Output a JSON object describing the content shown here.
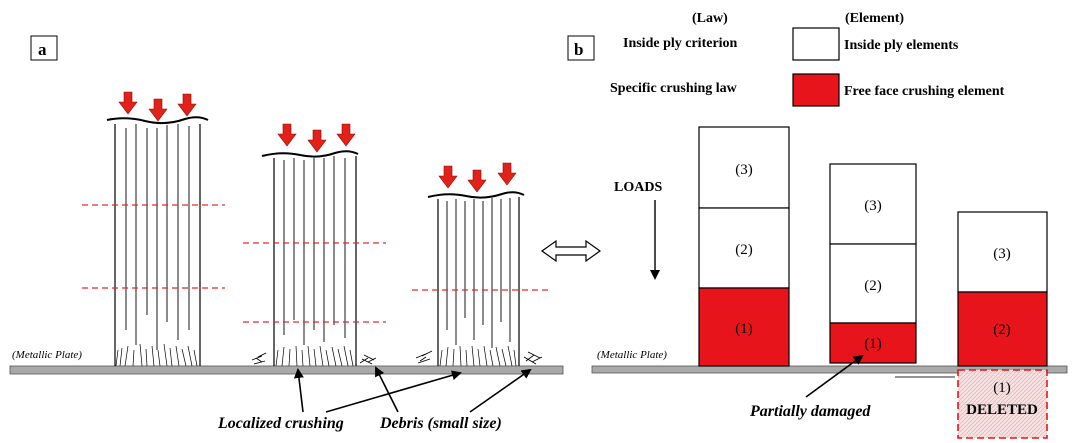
{
  "panel_a": {
    "label": "a",
    "plate_label": "(Metallic Plate)",
    "annotation_crushing": "Localized crushing",
    "annotation_debris": "Debris (small size)"
  },
  "panel_b": {
    "label": "b",
    "legend": {
      "law_header": "(Law)",
      "element_header": "(Element)",
      "row1_law": "Inside ply criterion",
      "row1_element": "Inside ply elements",
      "row2_law": "Specific crushing law",
      "row2_element": "Free face crushing element"
    },
    "loads_label": "LOADS",
    "plate_label": "(Metallic Plate)",
    "partially_damaged_label": "Partially damaged",
    "deleted_label": "DELETED",
    "stacks": [
      {
        "bottom": "(1)",
        "middle": "(2)",
        "top": "(3)"
      },
      {
        "bottom": "(1)",
        "middle": "(2)",
        "top": "(3)"
      },
      {
        "bottom": "(2)",
        "top": "(3)",
        "deleted": "(1)"
      }
    ]
  },
  "colors": {
    "crushing_red": "#e8141b",
    "arrow_red": "#e32119",
    "dash_red": "#e52a2a",
    "plate_gray": "#a9a9a9",
    "deleted_fill": "#f6e0e0"
  },
  "icons": {
    "load_arrow": "down-arrow-icon",
    "equivalence": "double-headed-arrow-icon"
  }
}
